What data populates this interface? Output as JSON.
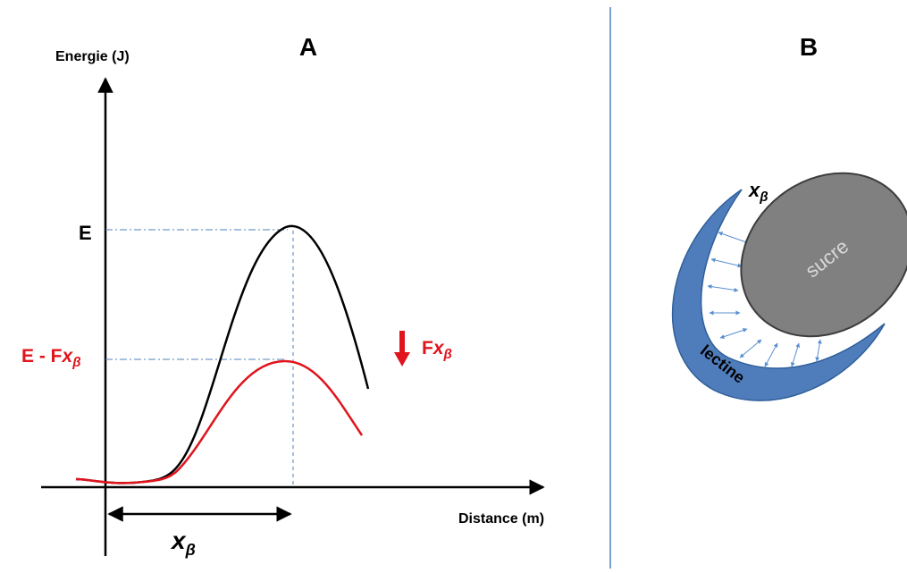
{
  "panel_a": {
    "letter": "A",
    "y_axis_label": "Energie (J)",
    "x_axis_label": "Distance (m)",
    "level_high_label": "E",
    "level_low_label_prefix": "E - F",
    "level_low_label_var": "x",
    "level_low_label_sub": "β",
    "arrow_label_prefix": "F",
    "arrow_label_var": "x",
    "arrow_label_sub": "β",
    "distance_label_var": "x",
    "distance_label_sub": "β"
  },
  "panel_b": {
    "letter": "B",
    "top_label_var": "x",
    "top_label_sub": "β",
    "sugar_label": "sucre",
    "lectin_label": "lectine"
  },
  "colors": {
    "curve_unloaded": "#000000",
    "curve_loaded": "#e0141c",
    "guide_lines": "#4f81bd",
    "lectin_fill": "#4f7dbb",
    "sugar_fill": "#808080",
    "bond_arrows": "#5b8fd0",
    "divider": "#4f81bd"
  }
}
